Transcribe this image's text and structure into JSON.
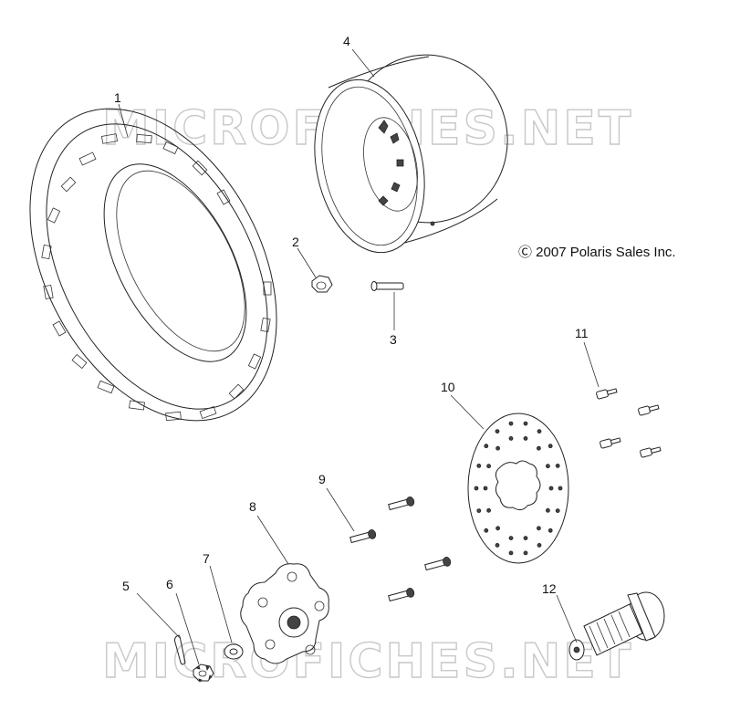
{
  "copyright": "Ⓒ 2007 Polaris Sales Inc.",
  "watermark": "MICROFICHES.NET",
  "callouts": [
    "1",
    "2",
    "3",
    "4",
    "5",
    "6",
    "7",
    "8",
    "9",
    "10",
    "11",
    "12"
  ]
}
